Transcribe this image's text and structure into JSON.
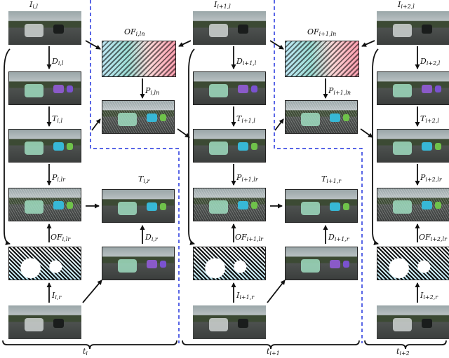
{
  "steps": [
    {
      "time": {
        "main": "t",
        "sub": "i"
      },
      "frame_left": {
        "main": "I",
        "sub": "i,l"
      },
      "frame_right": {
        "main": "I",
        "sub": "i,r"
      },
      "detection_left": {
        "main": "D",
        "sub": "i,l"
      },
      "detection_right": {
        "main": "D",
        "sub": "i,r"
      },
      "tracking_left": {
        "main": "T",
        "sub": "i,l"
      },
      "tracking_right": {
        "main": "T",
        "sub": "i,r"
      },
      "propagation_lr": {
        "main": "P",
        "sub": "i,lr"
      },
      "propagation_ln": {
        "main": "P",
        "sub": "i,ln"
      },
      "flow_lr": {
        "main": "OF",
        "sub": "i,lr"
      },
      "flow_ln": {
        "main": "OF",
        "sub": "i,ln"
      }
    },
    {
      "time": {
        "main": "t",
        "sub": "i+1"
      },
      "frame_left": {
        "main": "I",
        "sub": "i+1,l"
      },
      "frame_right": {
        "main": "I",
        "sub": "i+1,r"
      },
      "detection_left": {
        "main": "D",
        "sub": "i+1,l"
      },
      "detection_right": {
        "main": "D",
        "sub": "i+1,r"
      },
      "tracking_left": {
        "main": "T",
        "sub": "i+1,l"
      },
      "tracking_right": {
        "main": "T",
        "sub": "i+1,r"
      },
      "propagation_lr": {
        "main": "P",
        "sub": "i+1,lr"
      },
      "propagation_ln": {
        "main": "P",
        "sub": "i+1,ln"
      },
      "flow_lr": {
        "main": "OF",
        "sub": "i+1,lr"
      },
      "flow_ln": {
        "main": "OF",
        "sub": "i+1,ln"
      }
    },
    {
      "time": {
        "main": "t",
        "sub": "i+2"
      },
      "frame_left": {
        "main": "I",
        "sub": "i+2,l"
      },
      "detection_left": {
        "main": "D",
        "sub": "i+2,l"
      },
      "tracking_left": {
        "main": "T",
        "sub": "i+2,l"
      },
      "propagation_lr": {
        "main": "P",
        "sub": "i+2,lr"
      },
      "flow_lr": {
        "main": "OF",
        "sub": "i+2,lr"
      },
      "frame_right": {
        "main": "I",
        "sub": "i+2,r"
      }
    }
  ],
  "colors": {
    "boundary_dash": "#2233dd",
    "arrow": "#111111",
    "sky": "#9aa6a8",
    "road": "#4d514f",
    "tree": "#3c4a34",
    "overlay_green": "#9fdcc0",
    "overlay_cyan": "#37b8d6",
    "overlay_purple": "#8a5ac8",
    "flow_cyan": "#bfe9f5",
    "flow_pink": "#ff9fb0"
  }
}
